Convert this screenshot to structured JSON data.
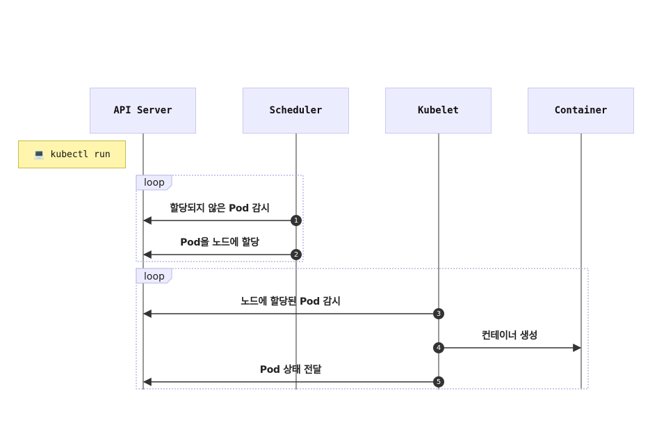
{
  "participants": [
    "API Server",
    "Scheduler",
    "Kubelet",
    "Container"
  ],
  "note": {
    "icon": "laptop-icon",
    "text": "kubectl run"
  },
  "loops": [
    {
      "label": "loop"
    },
    {
      "label": "loop"
    }
  ],
  "messages": [
    {
      "number": "1",
      "text": "할당되지 않은 Pod 감시"
    },
    {
      "number": "2",
      "text": "Pod을 노드에 할당"
    },
    {
      "number": "3",
      "text": "노드에 할당된 Pod 감시"
    },
    {
      "number": "4",
      "text": "컨테이너 생성"
    },
    {
      "number": "5",
      "text": "Pod 상태 전달"
    }
  ],
  "colors": {
    "actor_fill": "#ececff",
    "note_fill": "#fff5ad",
    "line": "#333333"
  }
}
